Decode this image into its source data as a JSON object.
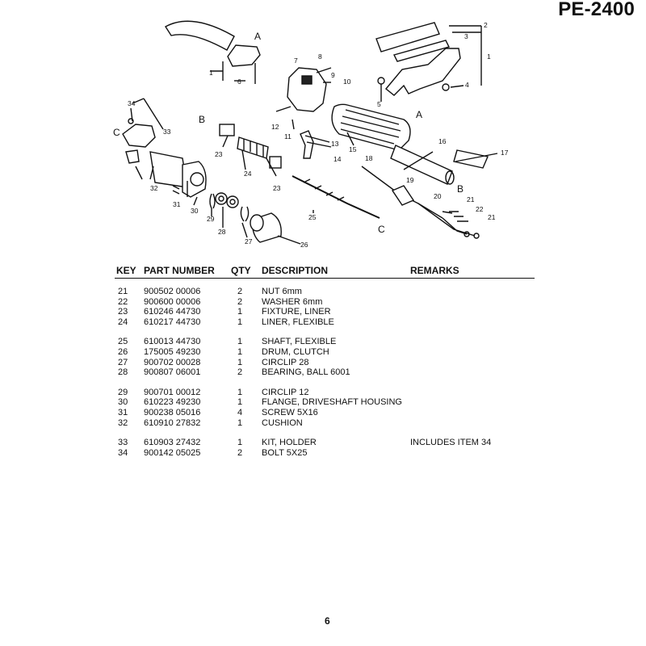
{
  "header": {
    "model_code": "PE-2400"
  },
  "diagram": {
    "callouts": [
      "1",
      "2",
      "3",
      "1",
      "4",
      "5",
      "6",
      "7",
      "8",
      "9",
      "10",
      "11",
      "12",
      "13",
      "14",
      "15",
      "16",
      "17",
      "18",
      "19",
      "20",
      "21",
      "22",
      "21",
      "23",
      "24",
      "23",
      "25",
      "26",
      "27",
      "28",
      "29",
      "30",
      "31",
      "32",
      "33",
      "34"
    ],
    "section_markers": [
      "A",
      "A",
      "B",
      "B",
      "C",
      "C"
    ]
  },
  "table": {
    "headers": {
      "key": "KEY",
      "part": "PART NUMBER",
      "qty": "QTY",
      "desc": "DESCRIPTION",
      "remarks": "REMARKS"
    },
    "rows": [
      {
        "key": "21",
        "part": "900502 00006",
        "qty": "2",
        "desc": "NUT 6mm",
        "remarks": ""
      },
      {
        "key": "22",
        "part": "900600 00006",
        "qty": "2",
        "desc": "WASHER 6mm",
        "remarks": ""
      },
      {
        "key": "23",
        "part": "610246 44730",
        "qty": "1",
        "desc": "FIXTURE, LINER",
        "remarks": ""
      },
      {
        "key": "24",
        "part": "610217 44730",
        "qty": "1",
        "desc": "LINER, FLEXIBLE",
        "remarks": ""
      },
      {
        "key": "25",
        "part": "610013 44730",
        "qty": "1",
        "desc": "SHAFT, FLEXIBLE",
        "remarks": ""
      },
      {
        "key": "26",
        "part": "175005 49230",
        "qty": "1",
        "desc": "DRUM, CLUTCH",
        "remarks": ""
      },
      {
        "key": "27",
        "part": "900702 00028",
        "qty": "1",
        "desc": "CIRCLIP 28",
        "remarks": ""
      },
      {
        "key": "28",
        "part": "900807 06001",
        "qty": "2",
        "desc": "BEARING, BALL 6001",
        "remarks": ""
      },
      {
        "key": "29",
        "part": "900701 00012",
        "qty": "1",
        "desc": "CIRCLIP 12",
        "remarks": ""
      },
      {
        "key": "30",
        "part": "610223 49230",
        "qty": "1",
        "desc": "FLANGE, DRIVESHAFT HOUSING",
        "remarks": ""
      },
      {
        "key": "31",
        "part": "900238 05016",
        "qty": "4",
        "desc": "SCREW 5X16",
        "remarks": ""
      },
      {
        "key": "32",
        "part": "610910 27832",
        "qty": "1",
        "desc": "CUSHION",
        "remarks": ""
      },
      {
        "key": "33",
        "part": "610903 27432",
        "qty": "1",
        "desc": "KIT, HOLDER",
        "remarks": "INCLUDES ITEM 34"
      },
      {
        "key": "34",
        "part": "900142 05025",
        "qty": "2",
        "desc": "BOLT 5X25",
        "remarks": ""
      }
    ]
  },
  "footer": {
    "page_number": "6"
  }
}
